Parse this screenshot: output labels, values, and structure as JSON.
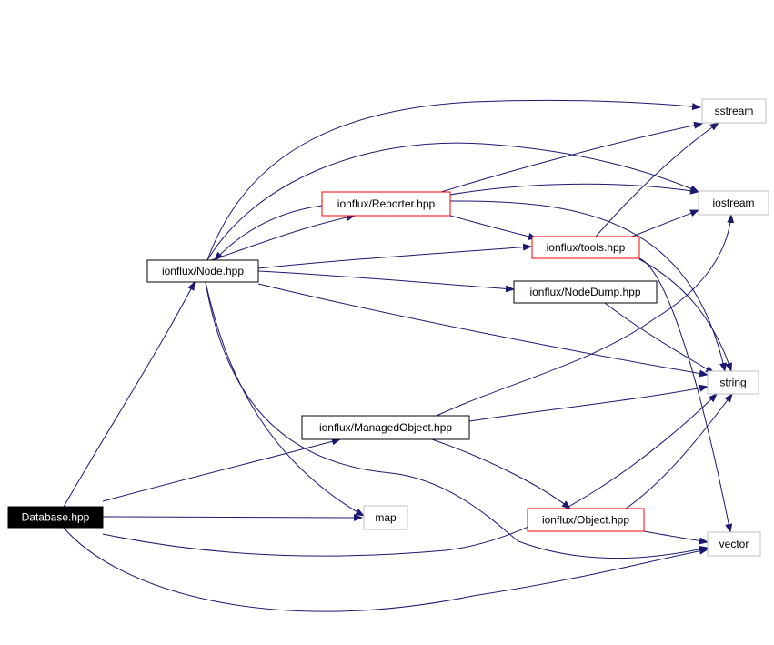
{
  "colors": {
    "edge": "#191970",
    "root_fill": "#000000",
    "root_text": "#ffffff",
    "internal_border": "#000000",
    "has_more_border": "#ff0000",
    "external_border": "#bfbfbf",
    "text": "#000000"
  },
  "nodes": [
    {
      "id": "database",
      "label": "Database.hpp",
      "kind": "root"
    },
    {
      "id": "node",
      "label": "ionflux/Node.hpp",
      "kind": "internal"
    },
    {
      "id": "reporter",
      "label": "ionflux/Reporter.hpp",
      "kind": "truncated"
    },
    {
      "id": "tools",
      "label": "ionflux/tools.hpp",
      "kind": "truncated"
    },
    {
      "id": "nodedump",
      "label": "ionflux/NodeDump.hpp",
      "kind": "internal"
    },
    {
      "id": "managed",
      "label": "ionflux/ManagedObject.hpp",
      "kind": "internal"
    },
    {
      "id": "object",
      "label": "ionflux/Object.hpp",
      "kind": "truncated"
    },
    {
      "id": "sstream",
      "label": "sstream",
      "kind": "external"
    },
    {
      "id": "iostream",
      "label": "iostream",
      "kind": "external"
    },
    {
      "id": "string",
      "label": "string",
      "kind": "external"
    },
    {
      "id": "map",
      "label": "map",
      "kind": "external"
    },
    {
      "id": "vector",
      "label": "vector",
      "kind": "external"
    }
  ],
  "edges": [
    {
      "from": "database",
      "to": "node"
    },
    {
      "from": "database",
      "to": "managed"
    },
    {
      "from": "database",
      "to": "map"
    },
    {
      "from": "database",
      "to": "string"
    },
    {
      "from": "database",
      "to": "vector"
    },
    {
      "from": "node",
      "to": "sstream"
    },
    {
      "from": "node",
      "to": "iostream"
    },
    {
      "from": "node",
      "to": "reporter"
    },
    {
      "from": "node",
      "to": "tools"
    },
    {
      "from": "node",
      "to": "nodedump"
    },
    {
      "from": "node",
      "to": "string"
    },
    {
      "from": "node",
      "to": "map"
    },
    {
      "from": "node",
      "to": "vector"
    },
    {
      "from": "reporter",
      "to": "node"
    },
    {
      "from": "reporter",
      "to": "sstream"
    },
    {
      "from": "reporter",
      "to": "iostream"
    },
    {
      "from": "reporter",
      "to": "tools"
    },
    {
      "from": "reporter",
      "to": "string"
    },
    {
      "from": "tools",
      "to": "sstream"
    },
    {
      "from": "tools",
      "to": "iostream"
    },
    {
      "from": "tools",
      "to": "string"
    },
    {
      "from": "tools",
      "to": "vector"
    },
    {
      "from": "nodedump",
      "to": "string"
    },
    {
      "from": "managed",
      "to": "iostream"
    },
    {
      "from": "managed",
      "to": "string"
    },
    {
      "from": "managed",
      "to": "object"
    },
    {
      "from": "object",
      "to": "string"
    },
    {
      "from": "object",
      "to": "vector"
    }
  ]
}
